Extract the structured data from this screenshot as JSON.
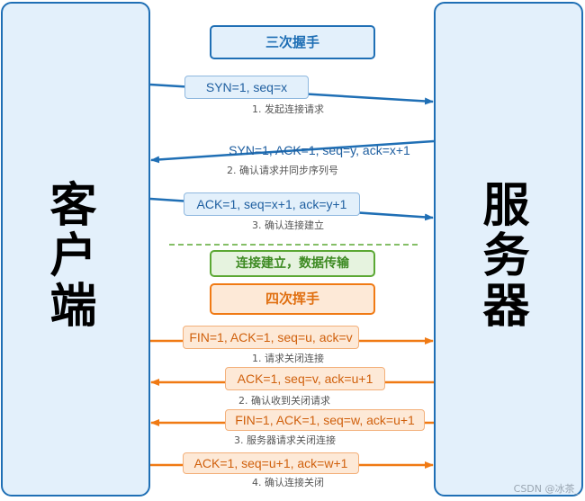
{
  "client_label": "客户端",
  "server_label": "服务器",
  "three_way": {
    "title": "三次握手",
    "steps": [
      {
        "label": "SYN=1, seq=x",
        "caption": "1. 发起连接请求"
      },
      {
        "label": "SYN=1, ACK=1, seq=y, ack=x+1",
        "caption": "2. 确认请求并同步序列号"
      },
      {
        "label": "ACK=1, seq=x+1, ack=y+1",
        "caption": "3. 确认连接建立"
      }
    ]
  },
  "transfer": {
    "title": "连接建立，数据传输"
  },
  "four_way": {
    "title": "四次挥手",
    "steps": [
      {
        "label": "FIN=1, ACK=1, seq=u, ack=v",
        "caption": "1. 请求关闭连接"
      },
      {
        "label": "ACK=1, seq=v, ack=u+1",
        "caption": "2. 确认收到关闭请求"
      },
      {
        "label": "FIN=1, ACK=1, seq=w, ack=u+1",
        "caption": "3. 服务器请求关闭连接"
      },
      {
        "label": "ACK=1, seq=u+1, ack=w+1",
        "caption": "4. 确认连接关闭"
      }
    ]
  },
  "watermark": "CSDN @冰茶_",
  "colors": {
    "blue": "#1f6fb5",
    "green": "#5ba834",
    "orange": "#f07a14",
    "panel": "#e3f0fb"
  }
}
